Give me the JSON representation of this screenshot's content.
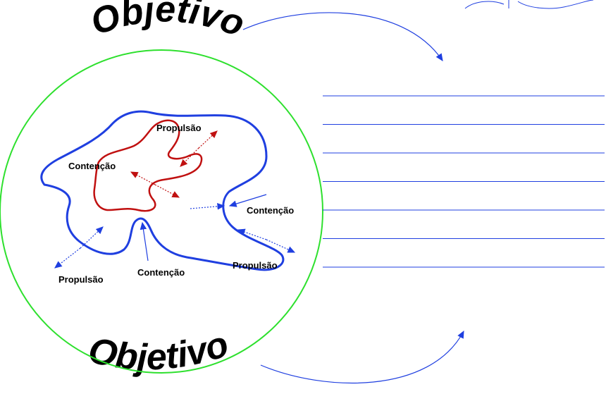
{
  "title_top": "Objetivo",
  "title_bottom": "Objetivo",
  "labels": {
    "inner_propulsion": "Propulsão",
    "inner_contention": "Contenção",
    "right_contention": "Contenção",
    "bottom_contention": "Contenção",
    "left_propulsion": "Propulsão",
    "right_propulsion": "Propulsão"
  },
  "lines": {
    "count": 7
  },
  "colors": {
    "circle": "#2ee02e",
    "outer_shape": "#1f3fe0",
    "inner_shape": "#c01010",
    "arrows_blue": "#1f3fe0",
    "arrows_red": "#c01010",
    "text": "#000000"
  }
}
